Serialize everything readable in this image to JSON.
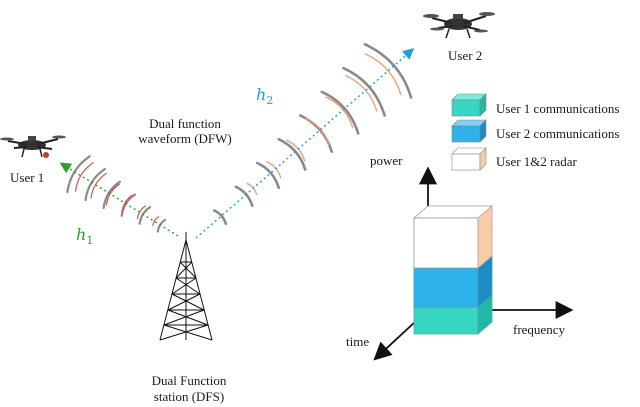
{
  "users": {
    "user1": "User 1",
    "user2": "User 2"
  },
  "station": {
    "line1": "Dual Function",
    "line2": "station (DFS)"
  },
  "waveform": {
    "line1": "Dual function",
    "line2": "waveform (DFW)"
  },
  "channels": {
    "h1": {
      "symbol": "h",
      "sub": "1",
      "color": "#2ca02c"
    },
    "h2": {
      "symbol": "h",
      "sub": "2",
      "color": "#1e9fd8"
    }
  },
  "legend": [
    {
      "label": "User 1 communications",
      "color": "#36d6c2"
    },
    {
      "label": "User 2 communications",
      "color": "#2fb1ea"
    },
    {
      "label": "User 1&2 radar",
      "color": "#f7cda8"
    }
  ],
  "axes": {
    "power": "power",
    "time": "time",
    "frequency": "frequency"
  },
  "colors": {
    "wave_gray": "#8a8a8a",
    "radar_orange": "#f0a070",
    "radar_red": "#d9534f"
  }
}
